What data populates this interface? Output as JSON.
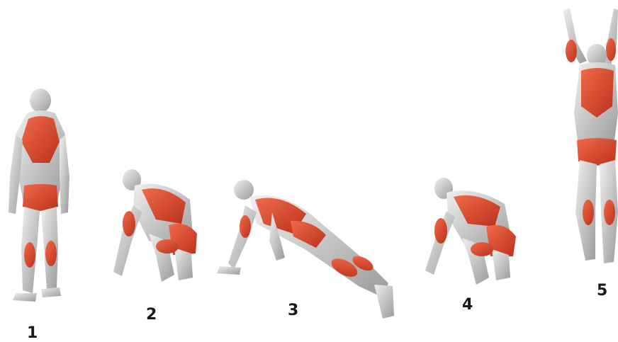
{
  "illustration": {
    "steps": [
      {
        "number": "1",
        "pose": "standing"
      },
      {
        "number": "2",
        "pose": "squat"
      },
      {
        "number": "3",
        "pose": "plank"
      },
      {
        "number": "4",
        "pose": "squat"
      },
      {
        "number": "5",
        "pose": "jump"
      }
    ]
  },
  "colors": {
    "background": "#ffffff",
    "muscle_highlight": "#e2432a",
    "muscle_dark": "#b8321c",
    "body_base": "#d9d9d9",
    "body_shadow": "#9a9a9a",
    "label_text": "#1a1a1a"
  }
}
